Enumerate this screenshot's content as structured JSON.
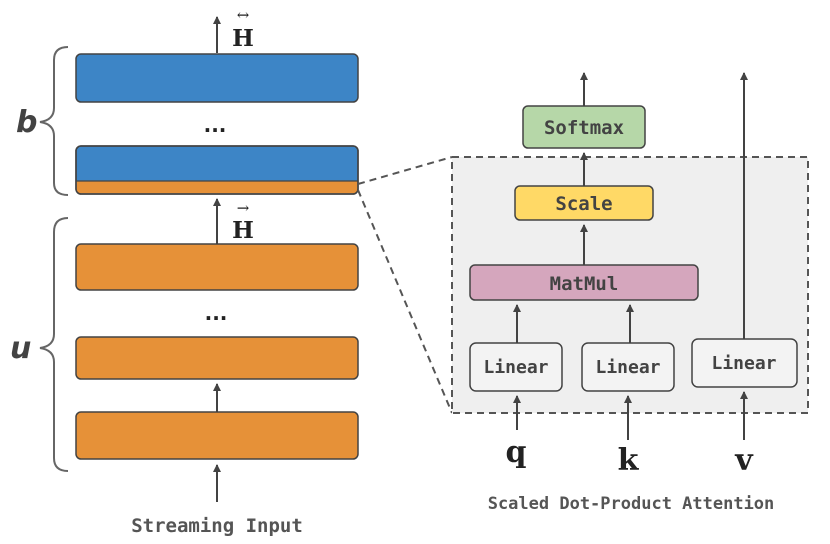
{
  "labels": {
    "group_top": "b",
    "group_bottom": "u",
    "ellipsis_top": "...",
    "ellipsis_bottom": "...",
    "h_bidirectional": "H",
    "h_forward": "H",
    "streaming_input": "Streaming Input",
    "attention_caption": "Scaled Dot-Product Attention"
  },
  "attention": {
    "softmax": "Softmax",
    "scale": "Scale",
    "matmul": "MatMul",
    "linear_q": "Linear",
    "linear_k": "Linear",
    "linear_v": "Linear",
    "input_q": "q",
    "input_k": "k",
    "input_v": "v"
  },
  "colors": {
    "blue": "#3d85c6",
    "orange": "#e69138",
    "green": "#b6d7a8",
    "yellow": "#ffd966",
    "pink": "#d5a6bd",
    "panel_bg": "#efefef",
    "dark": "#434343",
    "label_gray": "#666666"
  }
}
